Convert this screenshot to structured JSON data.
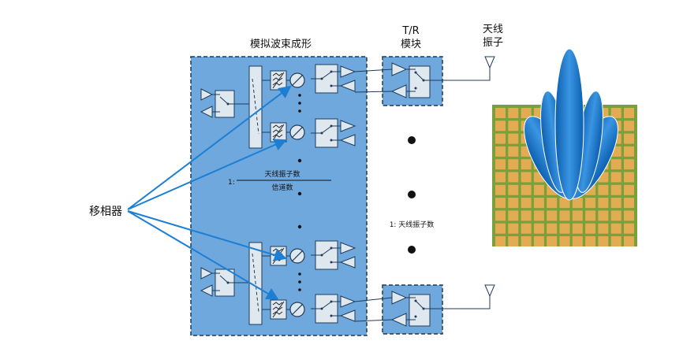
{
  "labels": {
    "analog_bf": "模拟波束成形",
    "tr_line1": "T/R",
    "tr_line2": "模块",
    "ant_line1": "天线",
    "ant_line2": "振子",
    "phase_shifter": "移相器",
    "ratio_prefix": "1:",
    "ratio_numerator": "天线振子数",
    "ratio_denominator": "信道数",
    "tr_ratio": "1: 天线振子数"
  },
  "colors": {
    "panel_fill": "#6fa8dc",
    "panel_border": "#1f3b5a",
    "arrow": "#1c7fd4",
    "component_fill": "#dfe7ef",
    "grid_green": "#7aa03c",
    "grid_cell": "#e3ab52",
    "beam_blue": "#1672c4"
  }
}
